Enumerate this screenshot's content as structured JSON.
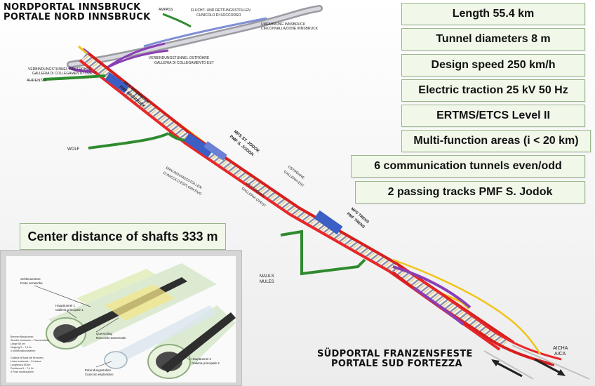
{
  "portals": {
    "north_line1": "NORDPORTAL INNSBRUCK",
    "north_line2": "PORTALE NORD INNSBRUCK",
    "south_line1": "SÜDPORTAL FRANZENSFESTE",
    "south_line2": "PORTALE SUD FORTEZZA"
  },
  "facts": [
    "Length 55.4 km",
    "Tunnel diameters 8 m",
    "Design speed 250 km/h",
    "Electric traction 25 kV 50 Hz",
    "ERTMS/ETCS Level II",
    "Multi-function areas (i < 20 km)",
    "6 communication tunnels even/odd",
    "2 passing tracks PMF S. Jodok"
  ],
  "shaft_distance": "Center distance of shafts 333 m",
  "map_labels": {
    "ampass": "AMPASS",
    "rescue_tunnel_1": "FLUCHT- UND RETTUNGSSTOLLEN",
    "rescue_tunnel_2": "CUNICOLO DI SOCCORSO",
    "bypass_1": "UMFAHRUNG INNSBRUCK",
    "bypass_2": "CIRCONVALLAZIONE INNSBRUCK",
    "conn_east_1": "VERBINDUNGSTUNNEL OSTRÖHRE",
    "conn_east_2": "GALLERIA DI COLLEGAMENTO EST",
    "conn_west_1": "VERBINDUNGSTUNNEL WESTRÖHRE",
    "conn_west_2": "GALLERIA DI COLLEGAMENTO OVEST",
    "ahrental": "AHRENTAL",
    "wolf": "WOLF",
    "mfs_innsbruck_1": "MFS INNSBRUCK",
    "mfs_innsbruck_2": "PMF INNSBRUCK",
    "mfs_jodok_1": "MFS ST. JODOK",
    "mfs_jodok_2": "PMF S. JODOK",
    "mfs_trens_1": "MFS TRENS",
    "mfs_trens_2": "PMF TRENS",
    "main_east_1": "OSTRÖHRE",
    "main_east_2": "GALLERIA EST",
    "main_west_1": "WESTRÖHRE",
    "main_west_2": "GALLERIA OVEST",
    "exploratory_1": "ERKUNDUNGSSTOLLEN",
    "exploratory_2": "CUNICOLO ESPLORATIVO",
    "mauls_1": "MAULS",
    "mauls_2": "MULES",
    "aicha_1": "AICHA",
    "aicha_2": "AICA"
  },
  "inset": {
    "lock_label_1": "Schleusentore",
    "lock_label_2": "Porte ermetiche",
    "main_tube_1_a": "Haupttunnel 1",
    "main_tube_1_b": "Galleria principale 1",
    "cross_passage_a": "Querschlag",
    "cross_passage_b": "Raccordo trasversale",
    "main_tube_2_a": "Haupttunnel 2",
    "main_tube_2_b": "Galleria principale 2",
    "exploratory_a": "Erkundungsstollen",
    "exploratory_b": "Cunicolo esplorativo",
    "legend_lines": [
      "Brenner Basistunnel",
      "Strecke Innsbruck – Franzensfeste",
      "Länge 55 km",
      "Neigung 5 – 7,4 ‰",
      "4 Multifunktionsstellen",
      "",
      "Galleria di Base del Brennero",
      "Linea Innsbruck – Fortezza",
      "Lunghezza 55 km",
      "Pendenza 5 – 7,4 ‰",
      "4 Posti multifunzione"
    ]
  },
  "colors": {
    "tube_east": "#d81e1e",
    "tube_west": "#e8272a",
    "exploratory": "#f0c419",
    "access_tunnel": "#2e8b2e",
    "connector": "#8a3fb5",
    "bypass": "#7f8fd4",
    "mfs_station": "#3b5fc4",
    "fact_box_bg": "#f1f8ea"
  }
}
